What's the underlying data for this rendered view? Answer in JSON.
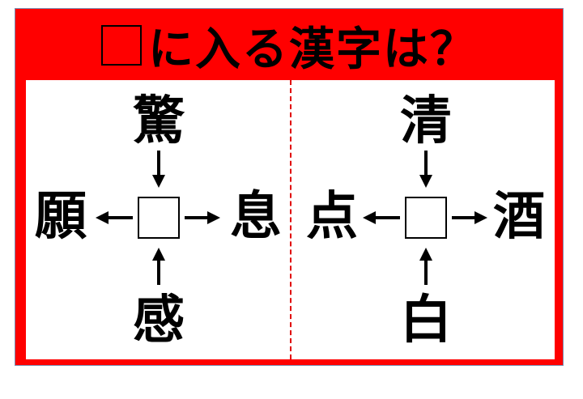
{
  "title": {
    "box_symbol": "□",
    "text": "に入る漢字は？"
  },
  "puzzles": [
    {
      "top": "驚",
      "left": "願",
      "right": "息",
      "bottom": "感"
    },
    {
      "top": "清",
      "left": "点",
      "right": "酒",
      "bottom": "白"
    }
  ],
  "colors": {
    "frame": "#ff0000",
    "divider": "#e00000"
  }
}
